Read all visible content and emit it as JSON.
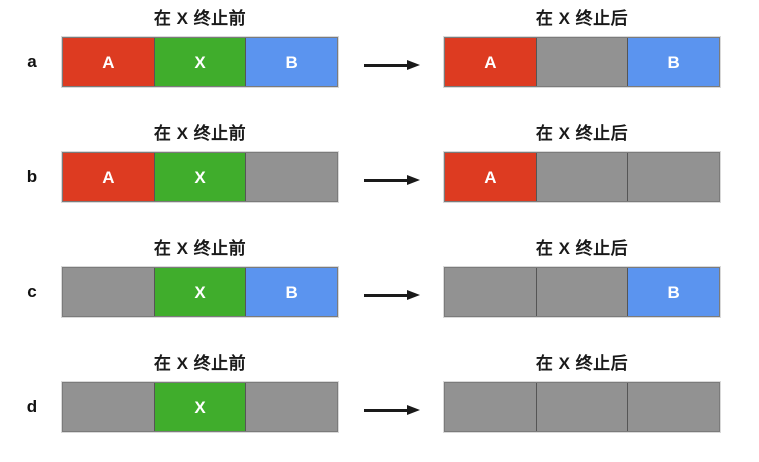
{
  "figure": {
    "title_before": "在 X 终止前",
    "title_after": "在 X 终止后",
    "arrow_icon": "right-arrow-icon",
    "colors": {
      "red": "#dd3b21",
      "green": "#40ad2c",
      "blue": "#5b94ef",
      "gray": "#929292",
      "border": "#7b7b7b",
      "divider": "#555555",
      "text": "#1a1a1a",
      "cell_label": "#ffffff",
      "background": "#ffffff"
    },
    "rows": [
      {
        "letter": "a",
        "before": {
          "title": "在 X 终止前",
          "cells": [
            {
              "label": "A",
              "color": "red"
            },
            {
              "label": "X",
              "color": "green"
            },
            {
              "label": "B",
              "color": "blue"
            }
          ]
        },
        "after": {
          "title": "在 X 终止后",
          "cells": [
            {
              "label": "A",
              "color": "red"
            },
            {
              "label": "",
              "color": "gray"
            },
            {
              "label": "B",
              "color": "blue"
            }
          ]
        }
      },
      {
        "letter": "b",
        "before": {
          "title": "在 X 终止前",
          "cells": [
            {
              "label": "A",
              "color": "red"
            },
            {
              "label": "X",
              "color": "green"
            },
            {
              "label": "",
              "color": "gray"
            }
          ]
        },
        "after": {
          "title": "在 X 终止后",
          "cells": [
            {
              "label": "A",
              "color": "red"
            },
            {
              "label": "",
              "color": "gray"
            },
            {
              "label": "",
              "color": "gray"
            }
          ]
        }
      },
      {
        "letter": "c",
        "before": {
          "title": "在 X 终止前",
          "cells": [
            {
              "label": "",
              "color": "gray"
            },
            {
              "label": "X",
              "color": "green"
            },
            {
              "label": "B",
              "color": "blue"
            }
          ]
        },
        "after": {
          "title": "在 X 终止后",
          "cells": [
            {
              "label": "",
              "color": "gray"
            },
            {
              "label": "",
              "color": "gray"
            },
            {
              "label": "B",
              "color": "blue"
            }
          ]
        }
      },
      {
        "letter": "d",
        "before": {
          "title": "在 X 终止前",
          "cells": [
            {
              "label": "",
              "color": "gray"
            },
            {
              "label": "X",
              "color": "green"
            },
            {
              "label": "",
              "color": "gray"
            }
          ]
        },
        "after": {
          "title": "在 X 终止后",
          "cells": [
            {
              "label": "",
              "color": "gray"
            },
            {
              "label": "",
              "color": "gray"
            },
            {
              "label": "",
              "color": "gray"
            }
          ]
        }
      }
    ]
  }
}
